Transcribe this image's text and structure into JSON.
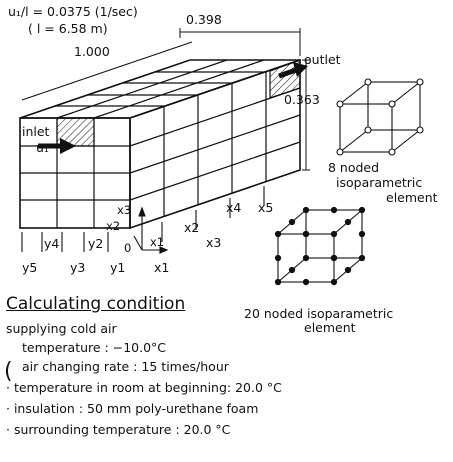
{
  "diagram": {
    "flow_label": "u₁/l = 0.0375 (1/sec)",
    "length_label": "( l = 6.58 m)",
    "dim_depth": "0.398",
    "dim_length": "1.000",
    "dim_height": "0.363",
    "outlet_label": "outlet",
    "inlet_label": "inlet",
    "inlet_velocity": "u₁",
    "axes": {
      "x3": "x3",
      "x2": "x2",
      "x1": "x1",
      "origin": "0"
    },
    "y_ticks": [
      "y4",
      "y5",
      "y2",
      "y3",
      "y1"
    ],
    "x_ticks": [
      "x1",
      "x2",
      "x3",
      "x4",
      "x5"
    ],
    "element8_label": [
      "8 noded",
      "isoparametric",
      "element"
    ],
    "element20_label": [
      "20 noded  isoparametric",
      "element"
    ]
  },
  "conditions": {
    "title": "Calculating  condition",
    "supply": "supplying cold air",
    "temperature": "temperature : −10.0°C",
    "air_change": "air changing rate :  15  times/hour",
    "room_temp": "· temperature in room at beginning: 20.0 °C",
    "insulation": "· insulation :     50 mm  poly-urethane foam",
    "surrounding": "· surrounding  temperature  :  20.0 °C"
  }
}
